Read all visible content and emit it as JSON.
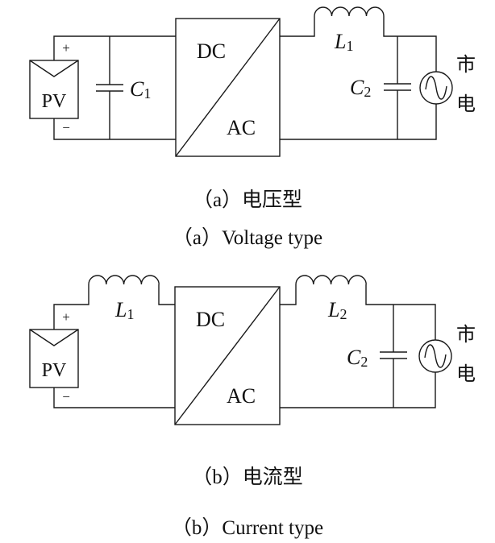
{
  "circuits": [
    {
      "id": "a",
      "source_label": "PV",
      "plus_label": "+",
      "minus_label": "−",
      "converter_top": "DC",
      "converter_bottom": "AC",
      "input_component": {
        "type": "capacitor",
        "symbol": "C",
        "subscript": "1"
      },
      "output_inductor": {
        "type": "inductor",
        "symbol": "L",
        "subscript": "1"
      },
      "output_capacitor": {
        "type": "capacitor",
        "symbol": "C",
        "subscript": "2"
      },
      "grid_label_1": "市",
      "grid_label_2": "电",
      "caption_cn": "（a）电压型",
      "caption_en": "（a）Voltage type"
    },
    {
      "id": "b",
      "source_label": "PV",
      "plus_label": "+",
      "minus_label": "−",
      "converter_top": "DC",
      "converter_bottom": "AC",
      "input_component": {
        "type": "inductor",
        "symbol": "L",
        "subscript": "1"
      },
      "output_inductor": {
        "type": "inductor",
        "symbol": "L",
        "subscript": "2"
      },
      "output_capacitor": {
        "type": "capacitor",
        "symbol": "C",
        "subscript": "2"
      },
      "grid_label_1": "市",
      "grid_label_2": "电",
      "caption_cn": "（b）电流型",
      "caption_en": "（b）Current type"
    }
  ]
}
